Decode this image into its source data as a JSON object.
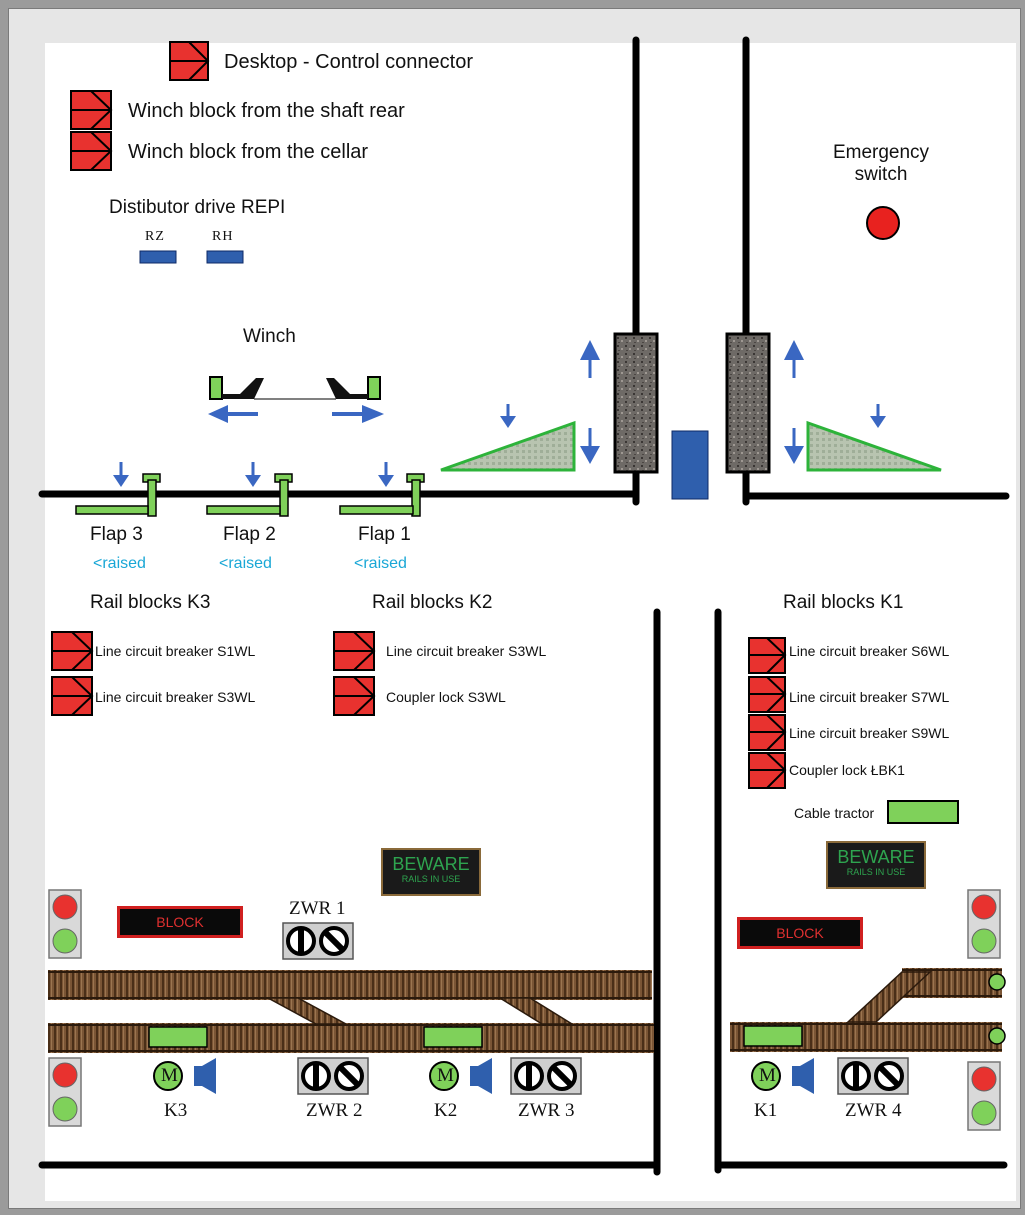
{
  "legend": {
    "connector": "Desktop - Control connector",
    "winch_rear": "Winch block from the shaft rear",
    "winch_cellar": "Winch block from the cellar"
  },
  "emergency": {
    "line1": "Emergency",
    "line2": "switch"
  },
  "distributor": {
    "title": "Distibutor drive REPI",
    "rz": "RZ",
    "rh": "RH"
  },
  "winch": {
    "title": "Winch"
  },
  "flaps": [
    {
      "label": "Flap 3",
      "state": "<raised"
    },
    {
      "label": "Flap 2",
      "state": "<raised"
    },
    {
      "label": "Flap 1",
      "state": "<raised"
    }
  ],
  "rail_blocks": {
    "k3": {
      "title": "Rail blocks K3",
      "items": [
        "Line circuit breaker S1WL",
        "Line circuit breaker S3WL"
      ]
    },
    "k2": {
      "title": "Rail blocks K2",
      "items": [
        "Line circuit breaker S3WL",
        "Coupler lock S3WL"
      ]
    },
    "k1": {
      "title": "Rail blocks K1",
      "items": [
        "Line circuit breaker S6WL",
        "Line circuit breaker S7WL",
        "Line circuit breaker S9WL",
        "Coupler lock ŁBK1"
      ]
    }
  },
  "cable_tractor": "Cable tractor",
  "beware": {
    "line1": "BEWARE",
    "line2": "RAILS IN USE"
  },
  "block_label": "BLOCK",
  "zwr": {
    "z1": "ZWR 1",
    "z2": "ZWR 2",
    "z3": "ZWR 3",
    "z4": "ZWR 4"
  },
  "motors": {
    "k3": "K3",
    "k2": "K2",
    "k1": "K1",
    "m": "M"
  },
  "colors": {
    "connector_red": "#e8322f",
    "blue": "#2f5fad",
    "arrow_blue": "#3a67c2",
    "green": "#7fd15a",
    "signal_red": "#e8322f",
    "signal_green": "#7fd15a",
    "rail_brown": "#6b4a2e"
  }
}
